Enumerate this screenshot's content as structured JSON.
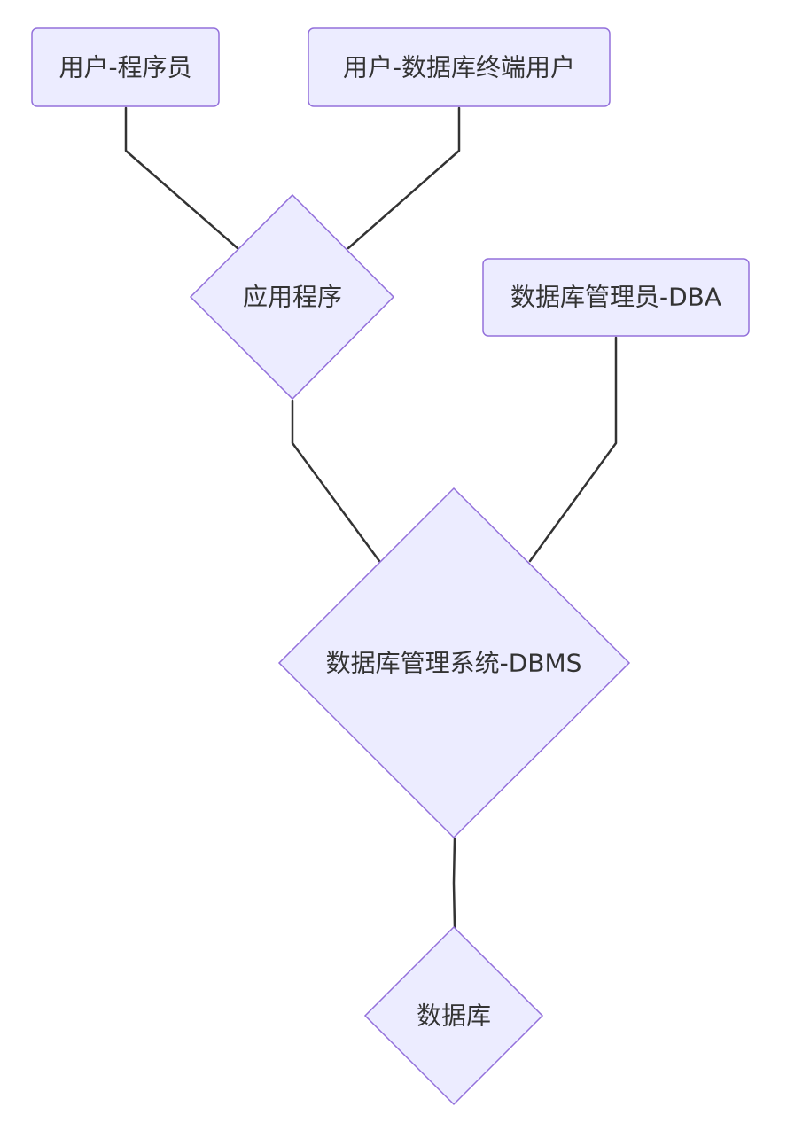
{
  "diagram": {
    "nodes": {
      "programmer": {
        "label": "用户-程序员",
        "shape": "rect"
      },
      "terminal_user": {
        "label": "用户-数据库终端用户",
        "shape": "rect"
      },
      "application": {
        "label": "应用程序",
        "shape": "diamond"
      },
      "dba": {
        "label": "数据库管理员-DBA",
        "shape": "rect"
      },
      "dbms": {
        "label": "数据库管理系统-DBMS",
        "shape": "diamond"
      },
      "database": {
        "label": "数据库",
        "shape": "diamond"
      }
    },
    "edges": [
      {
        "from": "programmer",
        "to": "application"
      },
      {
        "from": "terminal_user",
        "to": "application"
      },
      {
        "from": "application",
        "to": "dbms"
      },
      {
        "from": "dba",
        "to": "dbms"
      },
      {
        "from": "dbms",
        "to": "database"
      }
    ],
    "colors": {
      "node_fill": "#ECECFF",
      "node_stroke": "#9370DB",
      "edge": "#333333",
      "text": "#333333"
    }
  }
}
